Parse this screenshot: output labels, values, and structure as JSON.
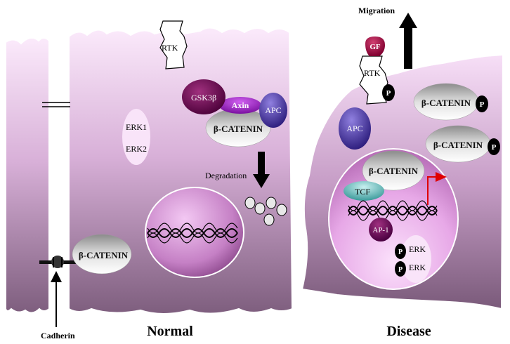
{
  "labels": {
    "migration": "Migration",
    "cadherin": "Cadherin",
    "normal": "Normal",
    "disease": "Disease",
    "degradation": "Degradation"
  },
  "normal_cell": {
    "rtk": "RTK",
    "gsk3b": "GSK3β",
    "axin": "Axin",
    "apc": "APC",
    "beta_catenin_complex": "β-CATENIN",
    "erk1": "ERK1",
    "erk2": "ERK2",
    "beta_catenin_membrane": "β-CATENIN"
  },
  "disease_cell": {
    "gf": "GF",
    "rtk": "RTK",
    "rtk_phospho": "P",
    "apc": "APC",
    "beta_catenin_1": "β-CATENIN",
    "beta_catenin_2": "β-CATENIN",
    "phospho": "P",
    "nuclear_beta_catenin": "β-CATENIN",
    "tcf": "TCF",
    "ap1": "AP-1",
    "erk": "ERK"
  },
  "colors": {
    "cell_light": "#f5d8f5",
    "cell_dark": "#8a6a8a",
    "nucleus": "#e8a0e8",
    "gsk3b": "#5a0a4a",
    "axin": "#a030c0",
    "apc": "#5040a0",
    "gf": "#a01040",
    "signal_arrow": "#e00000"
  }
}
